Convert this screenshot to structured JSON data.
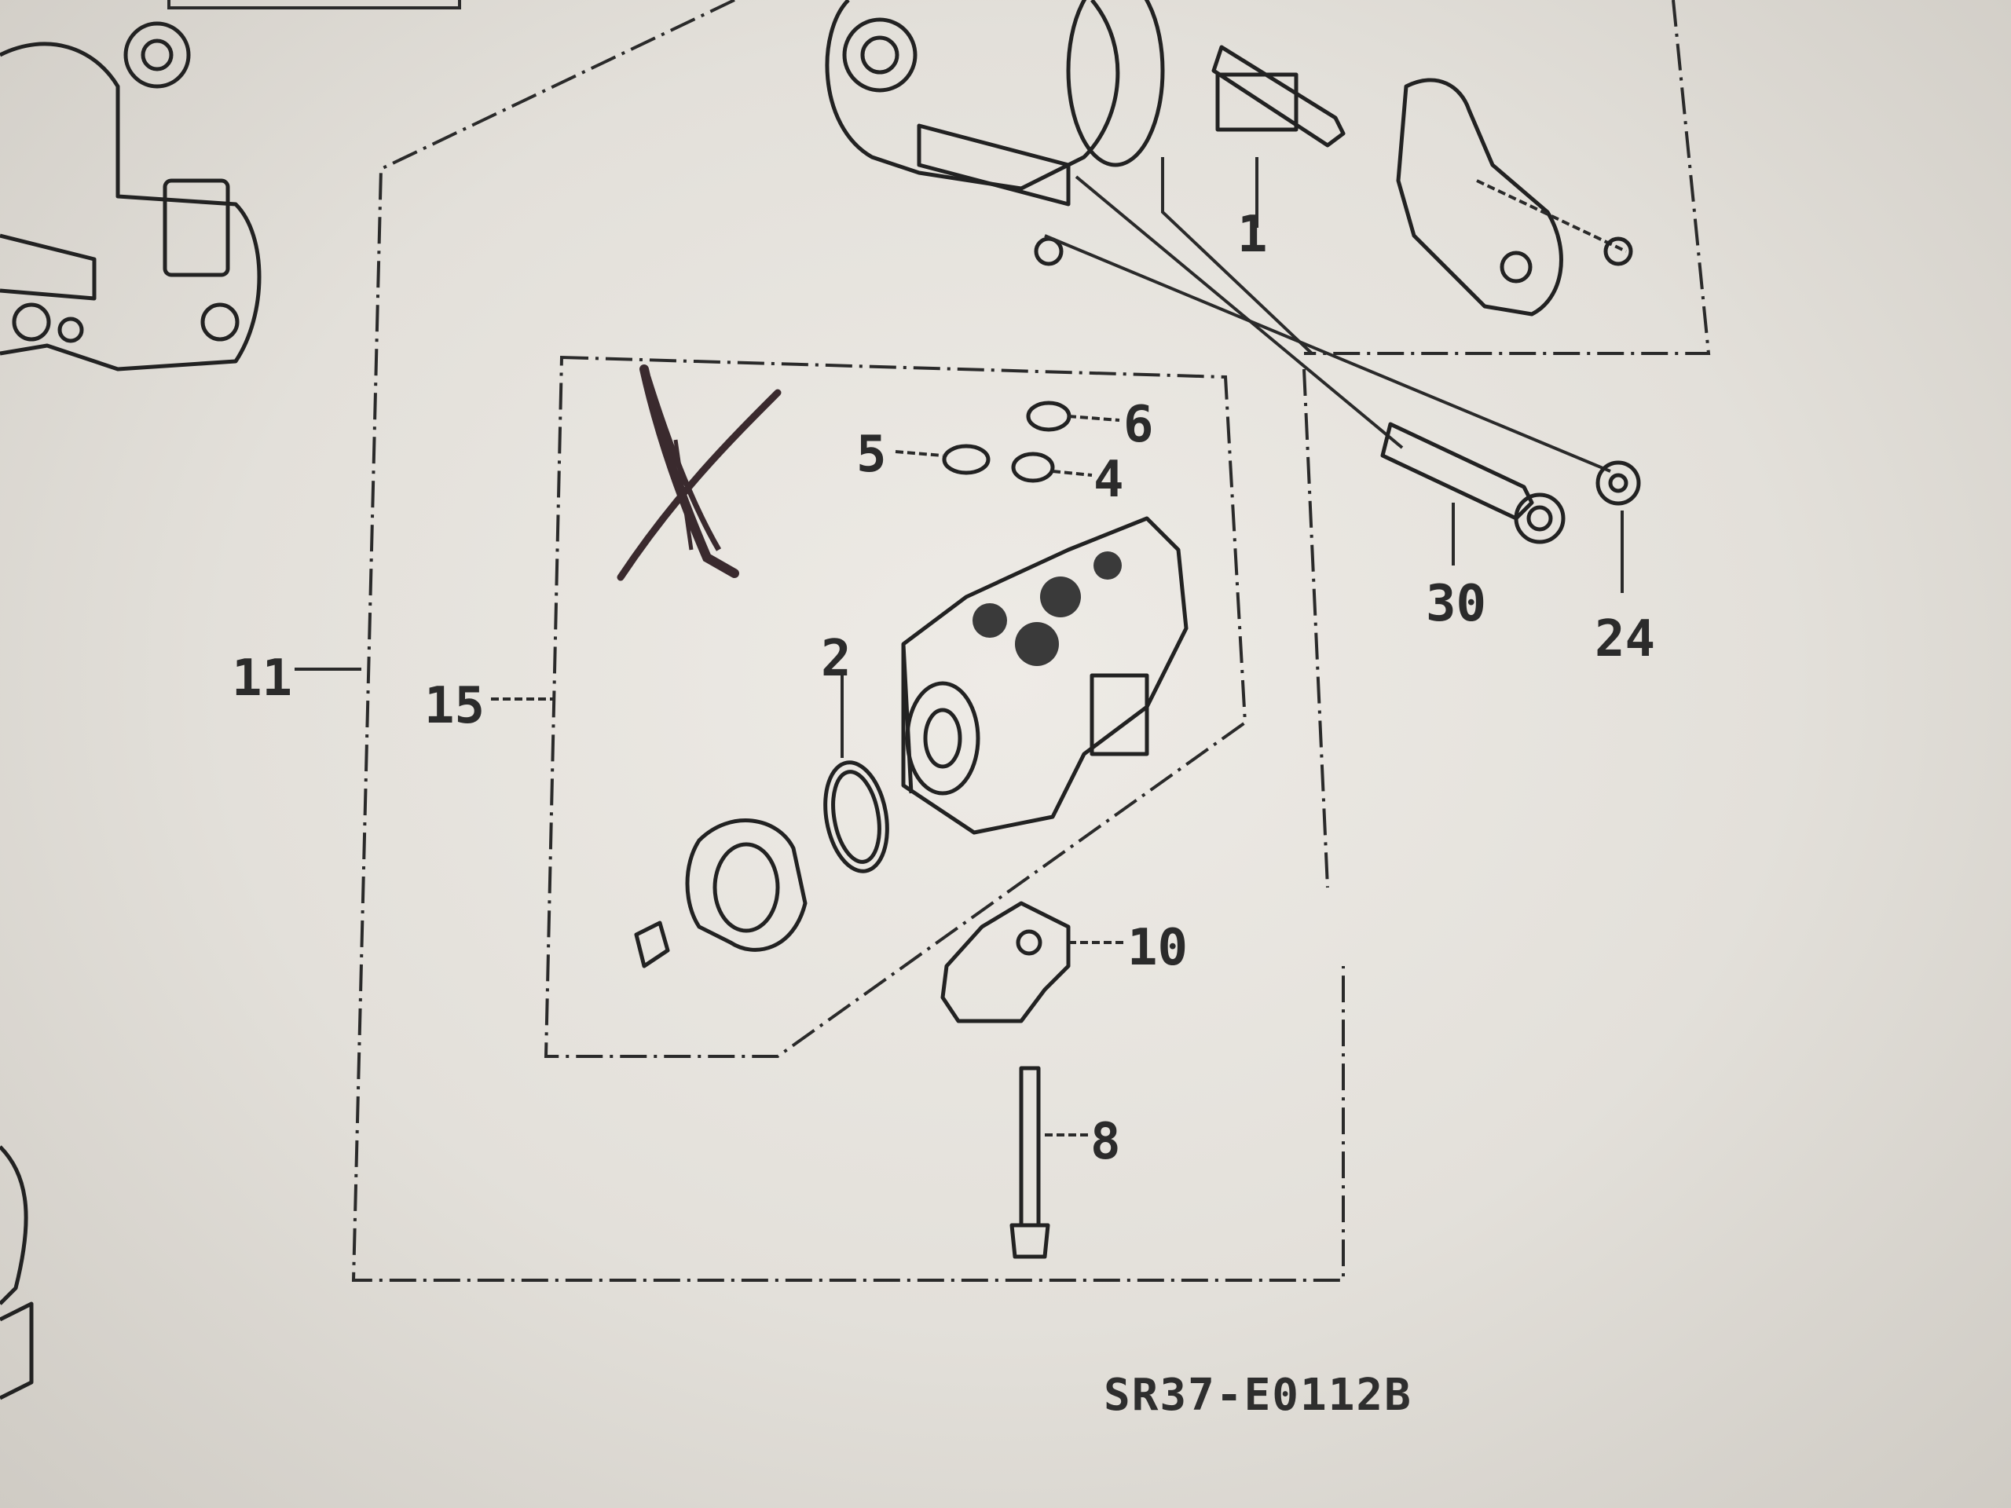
{
  "diagram": {
    "callouts": [
      {
        "id": "c1",
        "label": "1"
      },
      {
        "id": "c2",
        "label": "2"
      },
      {
        "id": "c4",
        "label": "4"
      },
      {
        "id": "c5",
        "label": "5"
      },
      {
        "id": "c6",
        "label": "6"
      },
      {
        "id": "c8",
        "label": "8"
      },
      {
        "id": "c10",
        "label": "10"
      },
      {
        "id": "c11",
        "label": "11"
      },
      {
        "id": "c15",
        "label": "15"
      },
      {
        "id": "c24",
        "label": "24"
      },
      {
        "id": "c30",
        "label": "30"
      }
    ],
    "figure_code": "SR37-E0112B",
    "ink_mark": "cross-out",
    "colors": {
      "paper": "#e8e5df",
      "line": "#2a2a2a",
      "ink": "#3a2a2e"
    }
  }
}
